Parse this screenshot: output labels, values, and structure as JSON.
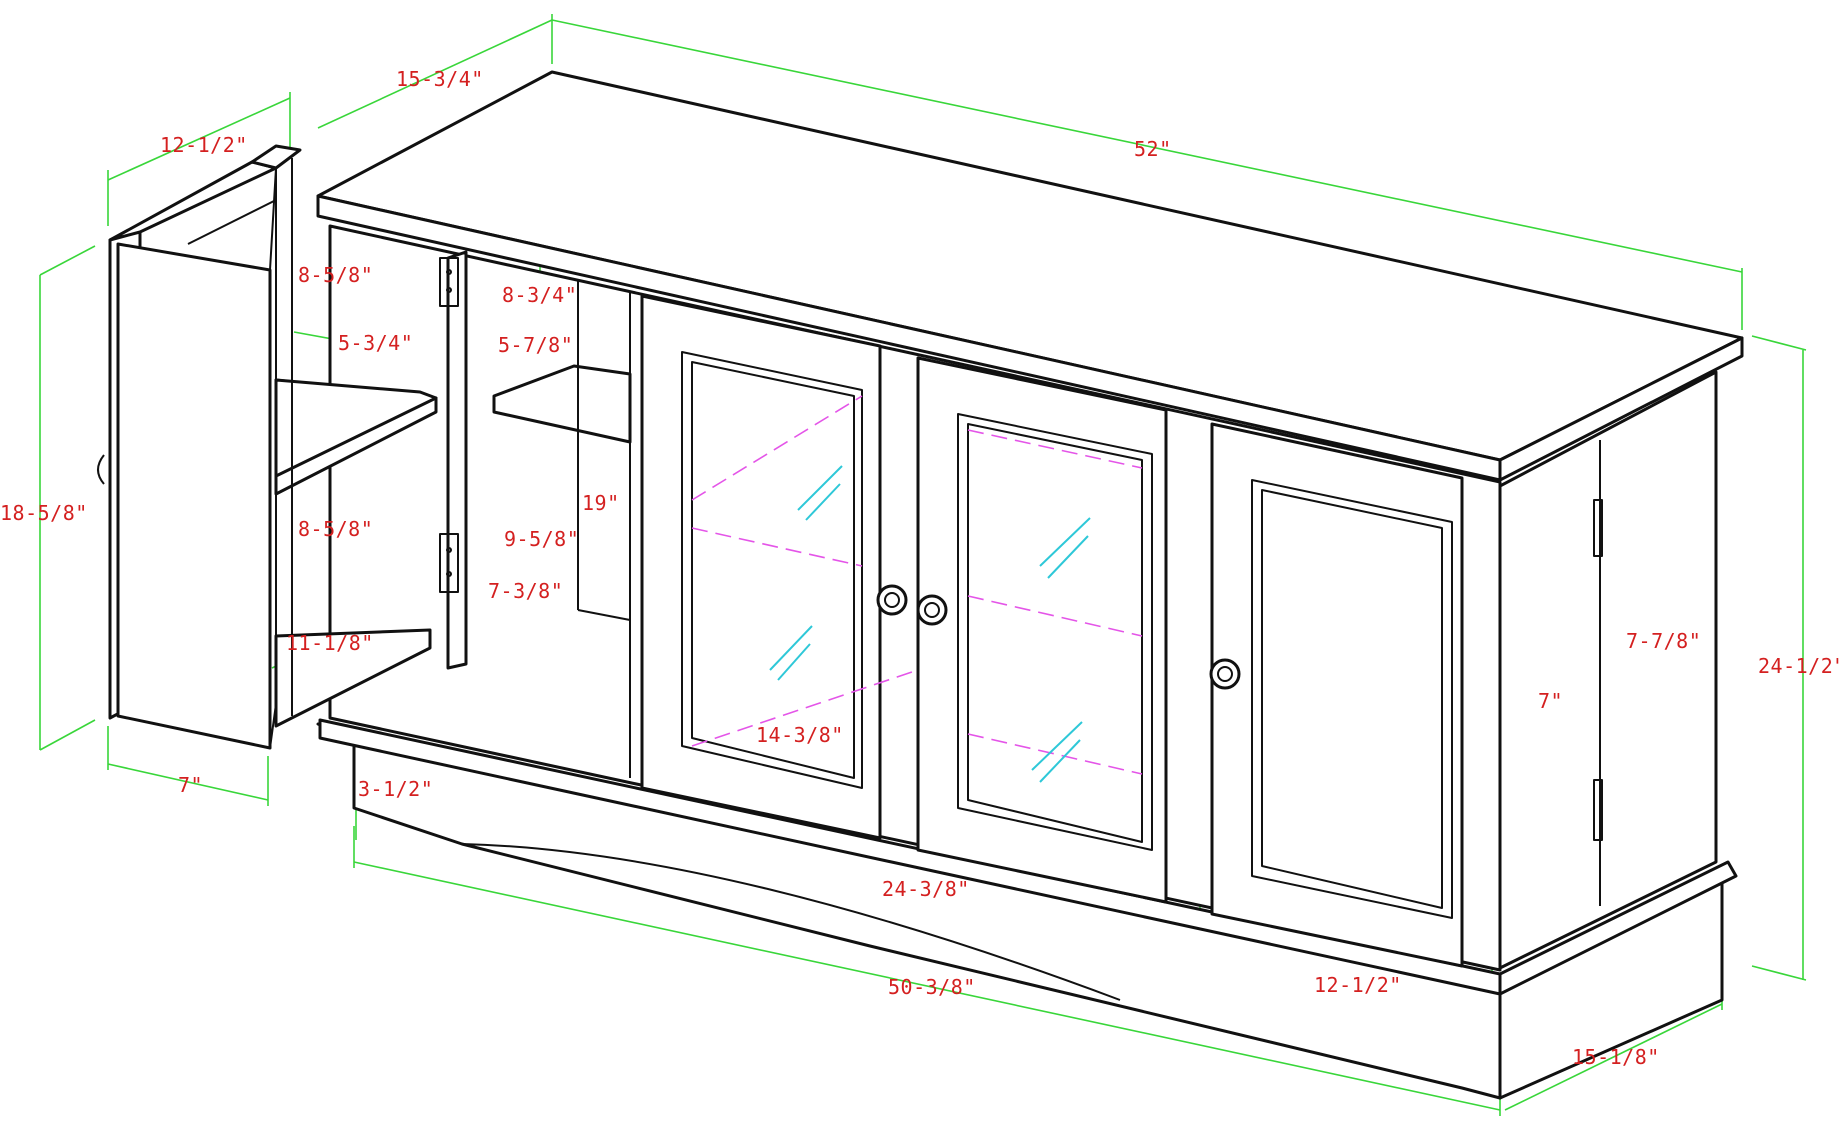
{
  "dimensions": {
    "width_top": "52\"",
    "depth_top": "15-3/4\"",
    "height_total": "24-1/2\"",
    "door_width": "12-1/2\"",
    "door_height": "18-5/8\"",
    "door_depth": "7\"",
    "left_upper_height": "8-5/8\"",
    "left_shelf_depth": "5-3/4\"",
    "left_lower_height": "8-5/8\"",
    "left_bottom_depth": "11-1/8\"",
    "mid_upper_height": "8-3/4\"",
    "mid_shelf_depth": "5-7/8\"",
    "inner_height": "19\"",
    "mid_lower_height": "9-5/8\"",
    "mid_lower_depth": "7-3/8\"",
    "glass_shelf_depth": "14-3/8\"",
    "base_height": "3-1/2\"",
    "center_width": "24-3/8\"",
    "bottom_width": "50-3/8\"",
    "right_door_width": "12-1/2\"",
    "base_depth": "15-1/8\"",
    "right_side_depth": "7\"",
    "right_side_height": "7-7/8\""
  },
  "colors": {
    "outline": "#111111",
    "dimension_line": "#39d63a",
    "label": "#d42020",
    "hidden_shelf": "#e455e8",
    "glass_reflection": "#2ec8d8"
  }
}
